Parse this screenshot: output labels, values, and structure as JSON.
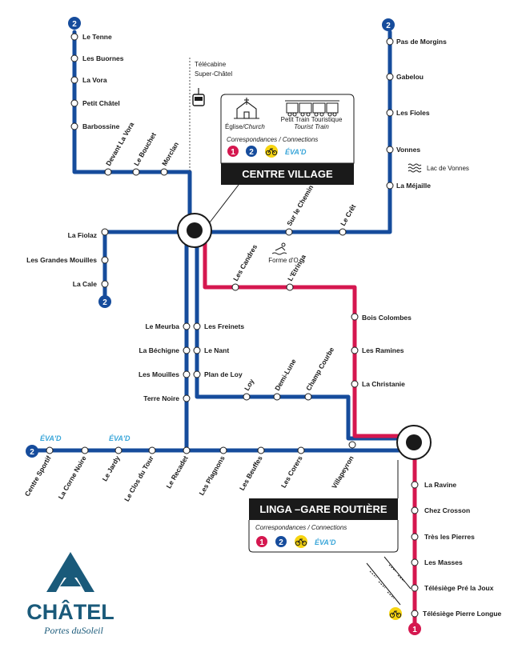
{
  "colors": {
    "blue": "#164c9c",
    "red": "#d5174f",
    "yellow": "#f6d410",
    "evad": "#3aa6d9",
    "logo": "#1a5a7a"
  },
  "badges": {
    "line1": "1",
    "line2": "2"
  },
  "line2_north_west": {
    "stops": [
      "Le Tenne",
      "Les Buornes",
      "La Vora",
      "Petit Châtel",
      "Barbossine",
      "Devant La Vora",
      "Le Bouchet",
      "Morclan"
    ]
  },
  "line2_north_east": {
    "stops": [
      "Pas de Morgins",
      "Gabelou",
      "Les Fioles",
      "Vonnes",
      "La Méjaille",
      "Le Crêt",
      "Sur le Chemin"
    ],
    "lake": "Lac de Vonnes"
  },
  "line2_west": {
    "stops": [
      "La Fiolaz",
      "Les Grandes Mouilles",
      "La Cale"
    ]
  },
  "telecabine": {
    "line1": "Télécabine",
    "line2": "Super-Châtel"
  },
  "centre_village": {
    "title": "CENTRE VILLAGE",
    "church": "Église",
    "church_en": "/Church",
    "train": "Petit Train Touristique",
    "train_en": "Tourist Train",
    "connections_fr": "Correspondances",
    "connections_en": " / Connections",
    "evad": "ÉVA'D"
  },
  "red_line_stops": [
    "Les Candres",
    "L'Etringa",
    "Bois Colombes",
    "Les Ramines",
    "La Christanie"
  ],
  "pool": "Forme d'O",
  "parallel_stops_left": [
    "Le Meurba",
    "La Béchigne",
    "Les Mouilles",
    "Terre Noire"
  ],
  "parallel_stops_right": [
    "Les Freinets",
    "Le Nant",
    "Plan de Loy"
  ],
  "middle_loop_stops": [
    "Loy",
    "Demi-Lune",
    "Champ Courbe"
  ],
  "bottom_stops": [
    "Centre Sportif",
    "La Corne Noire",
    "Le Jardy",
    "Le Clos du Tour",
    "Le Recadet",
    "Les Plagnons",
    "Les Beuffes",
    "Les Corers",
    "Villapeyron"
  ],
  "evad_marks": [
    "ÉVA'D",
    "ÉVA'D"
  ],
  "linga": {
    "title": "LINGA –GARE ROUTIÈRE",
    "connections_fr": "Correspondances",
    "connections_en": " / Connections",
    "evad": "ÉVA'D"
  },
  "line1_south": {
    "stops": [
      "La Ravine",
      "Chez Crosson",
      "Très les Pierres",
      "Les Masses",
      "Télésiège Pré la Joux",
      "Télésiège Pierre Longue"
    ]
  },
  "logo": {
    "title": "CHÂTEL",
    "sub_a": "Portes du",
    "sub_b": "Soleil"
  }
}
